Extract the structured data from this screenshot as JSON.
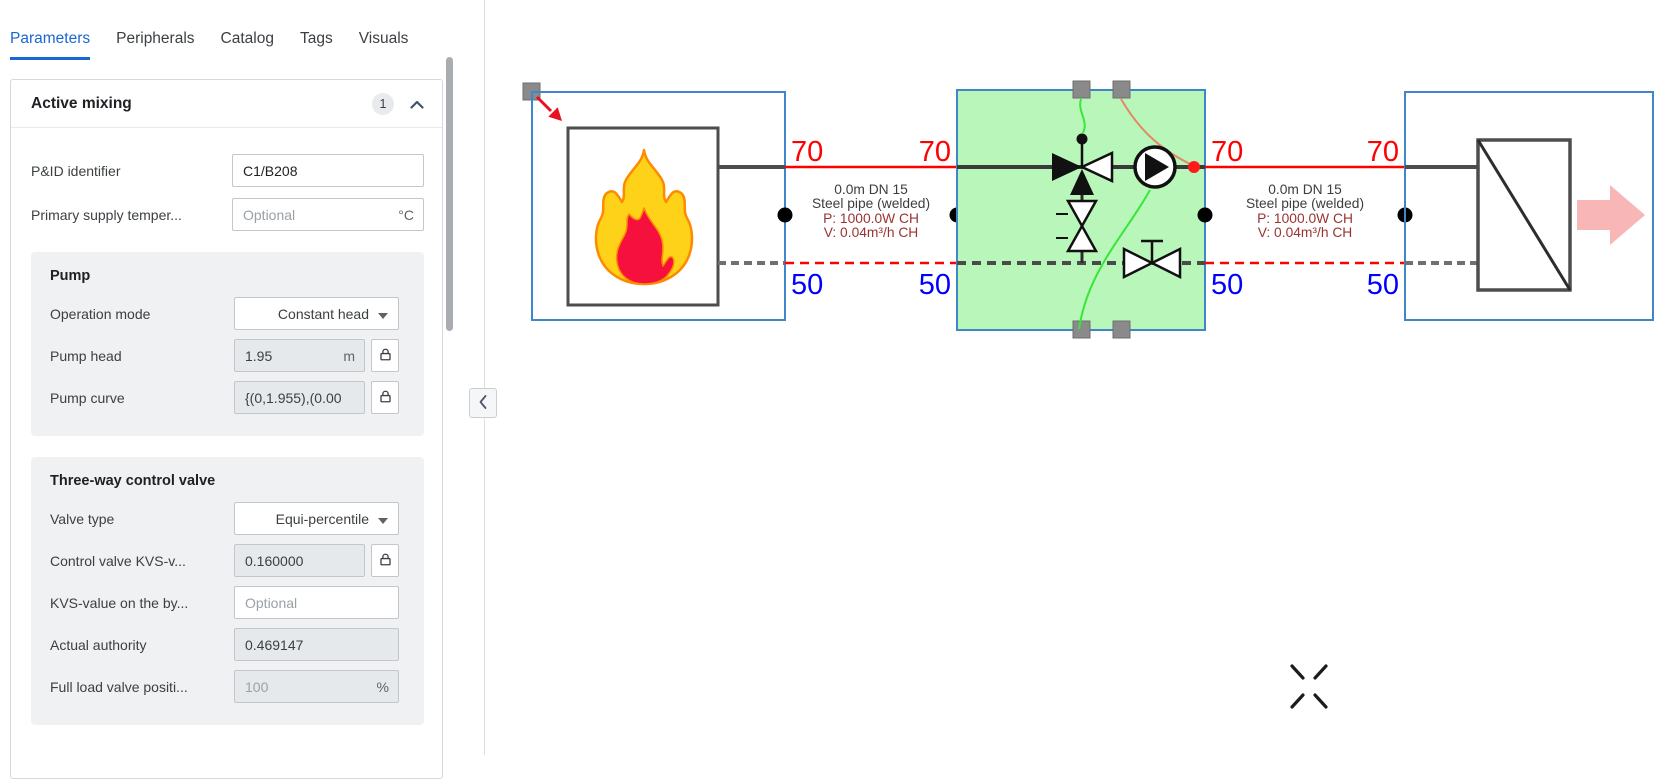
{
  "tabs": {
    "items": [
      {
        "label": "Parameters",
        "active": true
      },
      {
        "label": "Peripherals",
        "active": false
      },
      {
        "label": "Catalog",
        "active": false
      },
      {
        "label": "Tags",
        "active": false
      },
      {
        "label": "Visuals",
        "active": false
      }
    ]
  },
  "panel": {
    "title": "Active mixing",
    "badge": "1",
    "rows": {
      "pid": {
        "label": "P&ID identifier",
        "value": "C1/B208"
      },
      "primary_supply": {
        "label": "Primary supply temper...",
        "placeholder": "Optional",
        "unit": "°C"
      }
    },
    "pump_group": {
      "heading": "Pump",
      "operation_mode": {
        "label": "Operation mode",
        "value": "Constant head"
      },
      "pump_head": {
        "label": "Pump head",
        "value": "1.95",
        "unit": "m"
      },
      "pump_curve": {
        "label": "Pump curve",
        "value": "{(0,1.955),(0.00"
      }
    },
    "valve_group": {
      "heading": "Three-way control valve",
      "valve_type": {
        "label": "Valve type",
        "value": "Equi-percentile"
      },
      "control_kvs": {
        "label": "Control valve KVS-v...",
        "value": "0.160000"
      },
      "bypass_kvs": {
        "label": "KVS-value on the by...",
        "placeholder": "Optional"
      },
      "authority": {
        "label": "Actual authority",
        "value": "0.469147"
      },
      "full_load": {
        "label": "Full load valve positi...",
        "value": "100",
        "unit": "%"
      }
    }
  },
  "icons": {
    "lock": "padlock-outline",
    "dropdown": "caret-down",
    "section_collapse": "chevron-up",
    "panel_collapse": "chevron-left"
  },
  "diagram": {
    "supply_temp": "70",
    "return_temp": "50",
    "sections": [
      {
        "dn": "0.0m DN 15",
        "pipe": "Steel pipe (welded)",
        "power": "P: 1000.0W CH",
        "flow": "V: 0.04m³/h CH"
      },
      {
        "dn": "0.0m DN 15",
        "pipe": "Steel pipe (welded)",
        "power": "P: 1000.0W CH",
        "flow": "V: 0.04m³/h CH"
      }
    ],
    "icons": [
      "flame-icon",
      "pump-icon",
      "three-way-valve-icon",
      "balancing-valve-icon",
      "shutoff-valve-icon",
      "heat-exchanger-icon",
      "flow-arrow-icon",
      "resize-arrow-icon",
      "crosshair-icon"
    ]
  },
  "colors": {
    "accent-blue": "#1967d2",
    "supply-red": "#ff0000",
    "return-blue": "#0000ff",
    "pipe-info-red": "#993333",
    "selection-green": "#b9f6b9",
    "diagram-blue": "#3f87c9",
    "signal-green": "#39e639",
    "signal-salmon": "#e2886b",
    "flow-arrow-pink": "#f9b6b6"
  }
}
